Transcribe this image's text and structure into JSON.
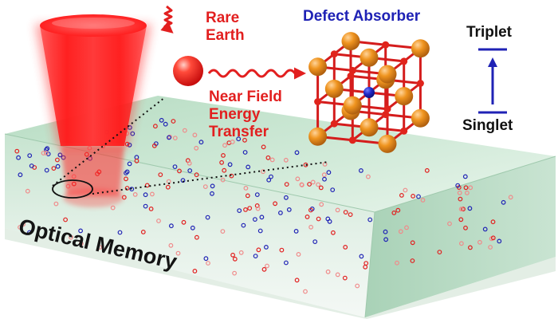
{
  "labels": {
    "rare_earth": [
      "Rare",
      "Earth"
    ],
    "energy_transfer": [
      "Near Field",
      "Energy",
      "Transfer"
    ],
    "defect_absorber": "Defect Absorber",
    "triplet": "Triplet",
    "singlet": "Singlet",
    "optical_memory": "Optical Memory"
  },
  "colors": {
    "laser_red": "#ff1a1a",
    "rare_earth_red": "#e21f1f",
    "defect_blue": "#1f22b5",
    "lattice_orange": "#e48a1f",
    "lattice_bond": "#d41c1c",
    "crystal_green": "#cfe8d6"
  },
  "icons": {
    "laser": "laser-beam-cone",
    "wavy_arrows": "squiggly-arrow",
    "rare_earth_ion": "red-sphere",
    "lattice": "crystal-lattice-cube",
    "transition": "up-arrow"
  }
}
